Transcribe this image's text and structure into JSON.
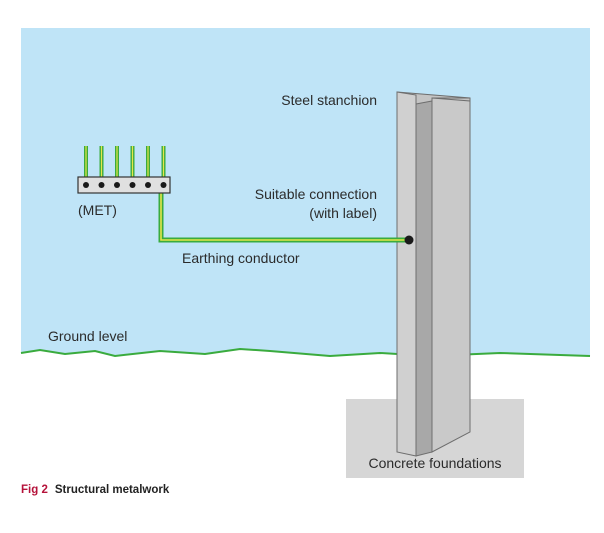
{
  "labels": {
    "steel_stanchion": "Steel stanchion",
    "connection_line1": "Suitable connection",
    "connection_line2": "(with label)",
    "met": "(MET)",
    "earthing_conductor": "Earthing conductor",
    "ground_level": "Ground level",
    "concrete_foundations": "Concrete foundations"
  },
  "caption": {
    "figure_number": "Fig 2",
    "title": "Structural metalwork"
  },
  "colors": {
    "sky": "#bfe4f7",
    "ground": "#ffffff",
    "ground_line": "#3aab3e",
    "conductor_green": "#3aab3e",
    "conductor_yellow": "#e6e64a",
    "steel_light": "#cfcfcf",
    "steel_dark": "#a9a9a9",
    "concrete": "#d6d6d6",
    "caption_accent": "#b5123a"
  },
  "met_terminals": 6
}
